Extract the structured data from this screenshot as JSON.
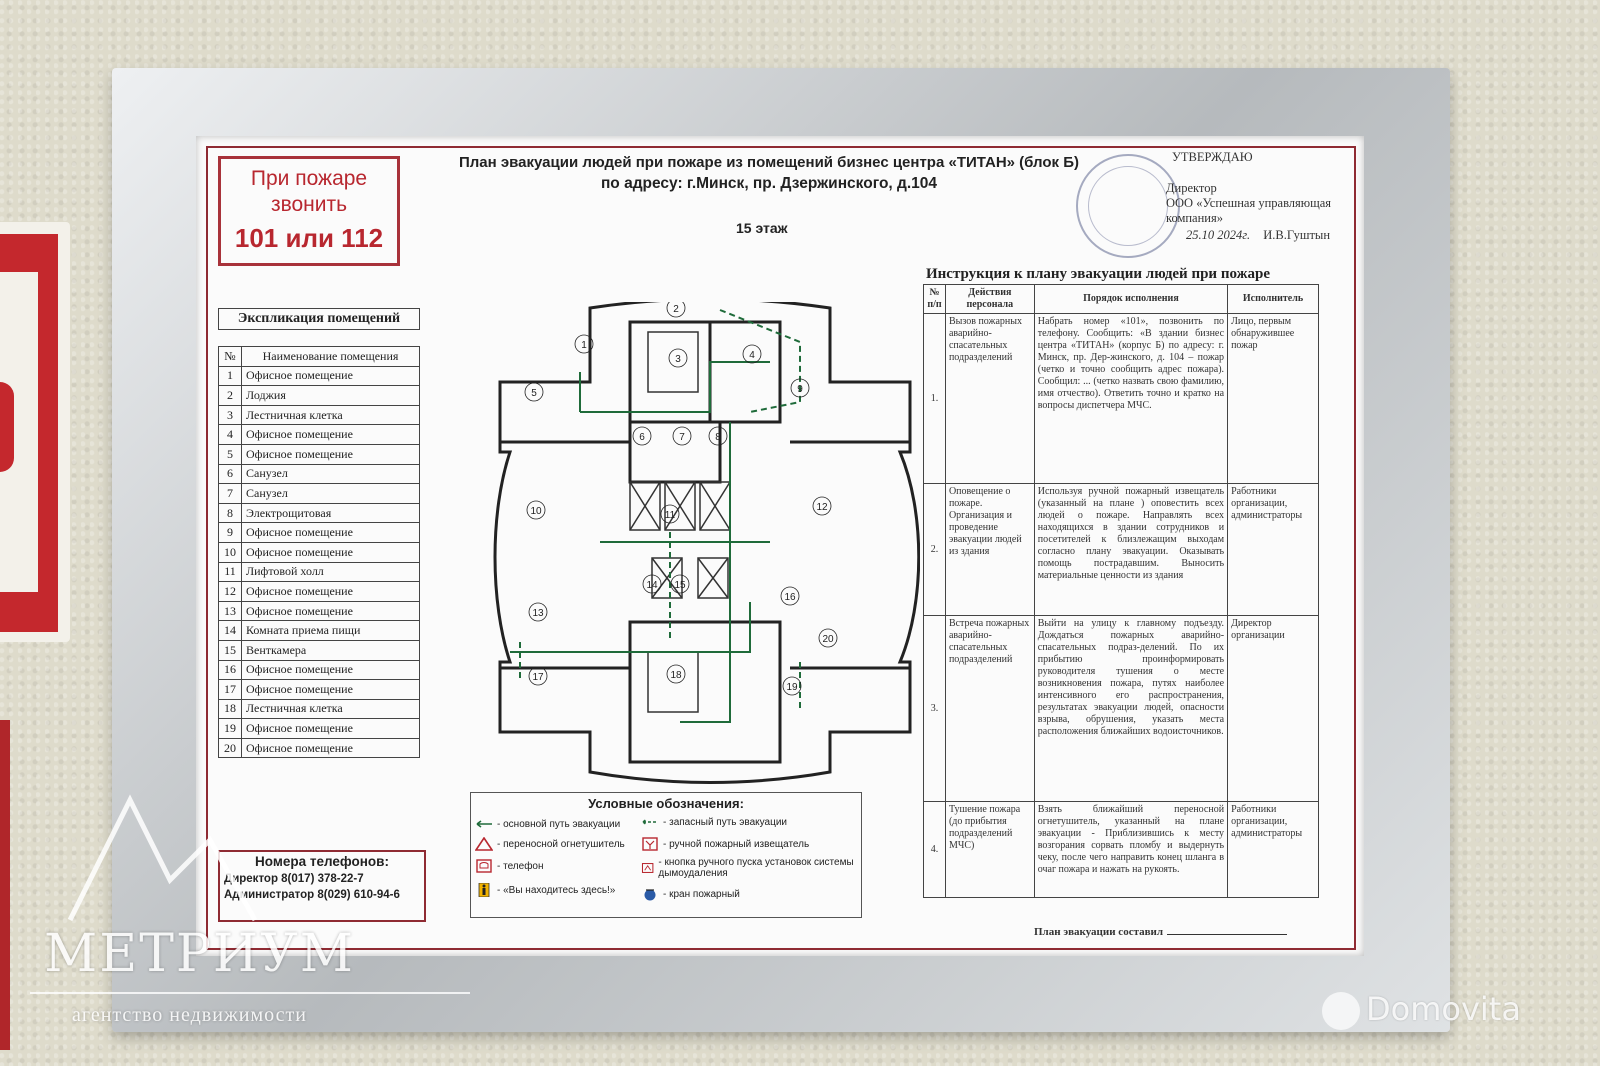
{
  "fire_call": {
    "line1": "При пожаре",
    "line2": "звонить",
    "line3": "101 или 112"
  },
  "header": {
    "title_line1": "План эвакуации людей при пожаре из помещений бизнес центра «ТИТАН» (блок Б)",
    "title_line2": "по адресу:  г.Минск, пр. Дзержинского, д.104",
    "floor": "15 этаж"
  },
  "approval": {
    "heading": "УТВЕРЖДАЮ",
    "line1": "Директор",
    "line2": "ООО «Успешная управляющая",
    "line3": "компания»",
    "name": "И.В.Гуштын",
    "date": "25.10 2024г."
  },
  "explication": {
    "title": "Экспликация помещений",
    "col_no": "№",
    "col_name": "Наименование помещения",
    "rows": [
      {
        "no": "1",
        "name": "Офисное помещение"
      },
      {
        "no": "2",
        "name": "Лоджия"
      },
      {
        "no": "3",
        "name": "Лестничная клетка"
      },
      {
        "no": "4",
        "name": "Офисное помещение"
      },
      {
        "no": "5",
        "name": "Офисное помещение"
      },
      {
        "no": "6",
        "name": "Санузел"
      },
      {
        "no": "7",
        "name": "Санузел"
      },
      {
        "no": "8",
        "name": "Электрощитовая"
      },
      {
        "no": "9",
        "name": "Офисное помещение"
      },
      {
        "no": "10",
        "name": "Офисное помещение"
      },
      {
        "no": "11",
        "name": "Лифтовой холл"
      },
      {
        "no": "12",
        "name": "Офисное помещение"
      },
      {
        "no": "13",
        "name": "Офисное помещение"
      },
      {
        "no": "14",
        "name": "Комната приема пищи"
      },
      {
        "no": "15",
        "name": "Венткамера"
      },
      {
        "no": "16",
        "name": "Офисное помещение"
      },
      {
        "no": "17",
        "name": "Офисное помещение"
      },
      {
        "no": "18",
        "name": "Лестничная клетка"
      },
      {
        "no": "19",
        "name": "Офисное помещение"
      },
      {
        "no": "20",
        "name": "Офисное помещение"
      }
    ]
  },
  "instruction": {
    "title": "Инструкция к плану эвакуации людей при пожаре",
    "headers": {
      "no": "№ п/п",
      "action": "Действия персонала",
      "order": "Порядок исполнения",
      "executor": "Исполнитель"
    },
    "rows": [
      {
        "no": "1.",
        "action": "Вызов пожарных аварийно-спасательных подразделений",
        "order": "Набрать номер «101», позвонить по телефону. Сообщить: «В здании бизнес центра «ТИТАН» (корпус Б) по адресу: г. Минск, пр. Дер-жинского, д. 104 – пожар (четко и точно сообщить адрес пожара). Сообщил: ... (четко назвать свою фамилию, имя отчество). Ответить точно и кратко на вопросы диспетчера МЧС.",
        "executor": "Лицо, первым обнаружившее пожар"
      },
      {
        "no": "2.",
        "action": "Оповещение о пожаре. Организация и проведение эвакуации людей из здания",
        "order": "Используя ручной пожарный извещатель (указанный на плане ) оповестить всех людей о пожаре. Направлять всех находящихся в здании сотрудников и посетителей к близлежащим выходам согласно плану эвакуации. Оказывать помощь пострадавшим. Выносить материальные ценности из здания",
        "executor": "Работники организации, администраторы"
      },
      {
        "no": "3.",
        "action": "Встреча пожарных аварийно-спасательных подразделений",
        "order": "Выйти на улицу к главному подъезду. Дождаться пожарных аварийно-спасательных подраз-делений. По их прибытию проинформировать руководителя тушения о месте возникновения пожара, путях наиболее интенсивного его распространения, результатах эвакуации людей, опасности взрыва, обрушения, указать места расположения ближайших водоисточников.",
        "executor": "Директор организации"
      },
      {
        "no": "4.",
        "action": "Тушение пожара (до прибытия подразделений МЧС)",
        "order": "Взять ближайший переносной огнетушитель, указанный на плане эвакуации - Приблизившись к месту возгорания сорвать пломбу и выдернуть чеку, после чего направить конец шланга в очаг пожара и нажать на рукоять.",
        "executor": "Работники организации, администраторы"
      }
    ],
    "compiled_by": "План эвакуации составил"
  },
  "legend": {
    "title": "Условные обозначения:",
    "items": {
      "main_route": "- основной путь эвакуации",
      "spare_route": "- запасный путь эвакуации",
      "extinguisher": "- переносной огнетушитель",
      "manual_alarm": "- ручной пожарный извещатель",
      "phone": "- телефон",
      "smoke_button": "- кнопка ручного пуска установок системы дымоудаления",
      "you_are_here": "- «Вы находитесь здесь!»",
      "hydrant": "- кран пожарный"
    }
  },
  "phones": {
    "title": "Номера телефонов:",
    "director": "Директор  8(017) 378-22-7",
    "admin": "Администратор 8(029) 610-94-6"
  },
  "plan_rooms": [
    "1",
    "2",
    "3",
    "4",
    "5",
    "6",
    "7",
    "8",
    "9",
    "10",
    "11",
    "12",
    "13",
    "14",
    "15",
    "16",
    "17",
    "18",
    "19",
    "20"
  ],
  "watermark": {
    "brand": "МЕТРИУМ",
    "subtitle": "агентство недвижимости",
    "site": "Domovita"
  },
  "colors": {
    "frame_red": "#a8323a",
    "route_green": "#1f6b3a",
    "wall": "#dedbcb"
  }
}
